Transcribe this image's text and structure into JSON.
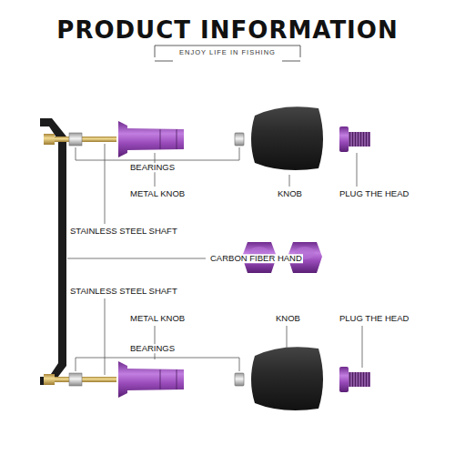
{
  "diagram": {
    "title": "PRODUCT INFORMATION",
    "labels": [
      "ENJOY LIFE IN FISHING",
      "BEARINGS",
      "METAL KNOB",
      "KNOB",
      "PLUG THE HEAD",
      "STAINLESS STEEL SHAFT",
      "CARBON FIBER HAND",
      "STAINLESS STEEL SHAFT",
      "METAL KNOB",
      "KNOB",
      "PLUG THE HEAD",
      "BEARINGS"
    ]
  }
}
